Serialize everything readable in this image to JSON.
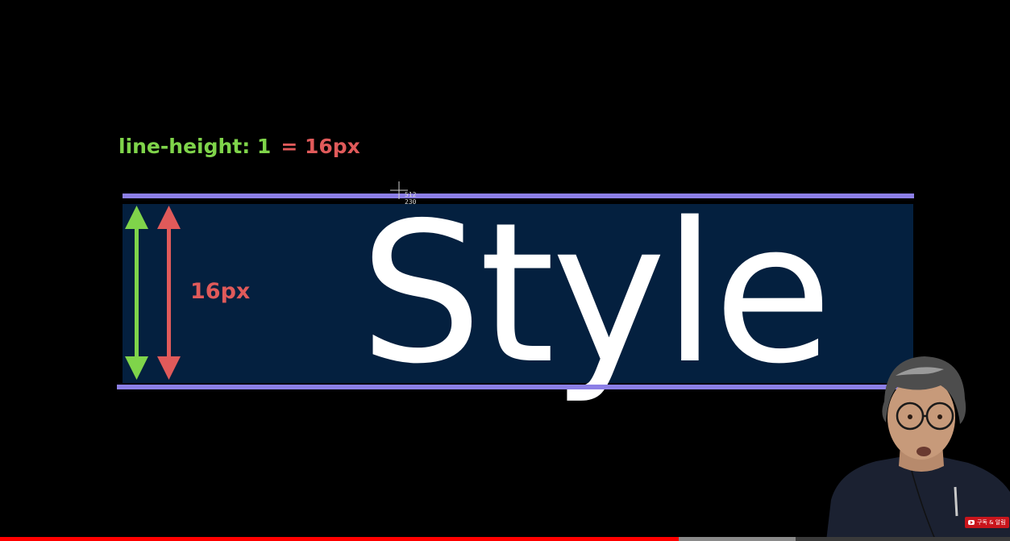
{
  "slide": {
    "formula_property": "line-height: 1",
    "formula_result": "= 16px",
    "sample_word": "Style",
    "height_label": "16px"
  },
  "cursor": {
    "readout_x": "512",
    "readout_y": "230"
  },
  "overlay": {
    "subscribe_badge": "구독 & 알림"
  },
  "player": {
    "played_fraction": 0.672,
    "buffered_fraction": 0.788
  },
  "colors": {
    "background": "#000000",
    "text_box": "#04203f",
    "guide_line": "#8c7fe6",
    "green_accent": "#7fd44a",
    "red_accent": "#e05a5a",
    "progress_played": "#ff0000"
  },
  "icons": {
    "cursor": "crosshair-icon",
    "youtube": "youtube-icon"
  }
}
